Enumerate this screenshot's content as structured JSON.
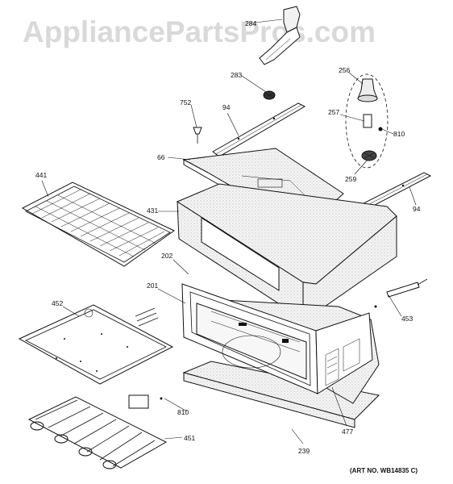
{
  "watermark": "AppliancePartsPros.com",
  "art_number": "(ART NO. WB14835 C)",
  "part_labels": {
    "p284": "284",
    "p283": "283",
    "p256": "256",
    "p257": "257",
    "p810a": "810",
    "p259": "259",
    "p752": "752",
    "p94a": "94",
    "p66": "66",
    "p94b": "94",
    "p441": "441",
    "p431": "431",
    "p202": "202",
    "p201": "201",
    "p452": "452",
    "p453": "453",
    "p810b": "810",
    "p477": "477",
    "p451": "451",
    "p239": "239"
  }
}
